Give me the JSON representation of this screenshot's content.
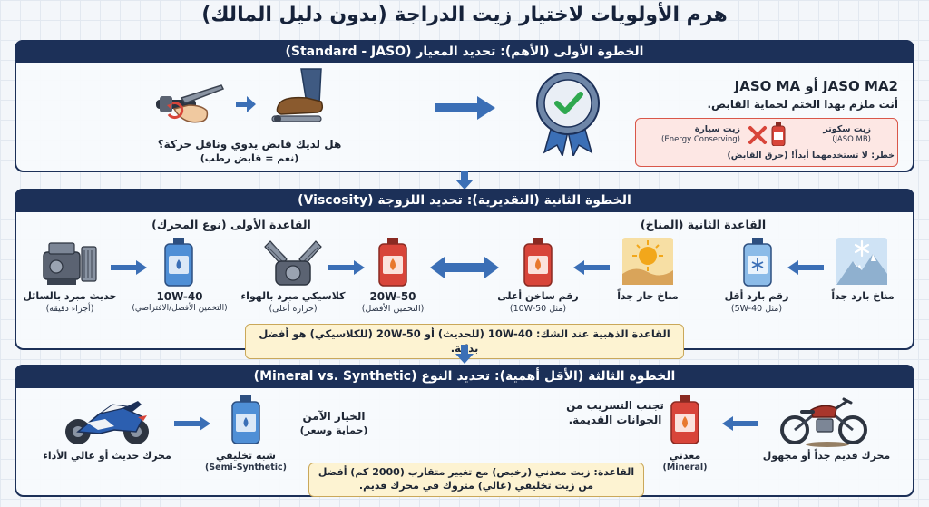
{
  "title": "هرم الأولويات لاختيار زيت الدراجة (بدون دليل المالك)",
  "step1": {
    "header": "الخطوة الأولى (الأهم): تحديد المعيار (Standard - JASO)",
    "question": "هل لديك قابض يدوي وناقل حركة؟",
    "question_note": "(نعم = قابض رطب)",
    "standard": "JASO MA أو JASO MA2",
    "standard_note": "أنت ملزم بهذا الختم لحماية القابض.",
    "car_oil": "زيت سيارة",
    "car_oil_note": "(Energy Conserving)",
    "scooter_oil": "زيت سكوتر",
    "scooter_oil_note": "(JASO MB)",
    "danger": "خطر: لا تستخدمهما أبداً! (حرق القابض)"
  },
  "step2": {
    "header": "الخطوة الثانية (التقديرية): تحديد اللزوجة (Viscosity)",
    "rule1_title": "القاعدة الأولى (نوع المحرك)",
    "rule2_title": "القاعدة الثانية (المناخ)",
    "modern_engine": "حديث مبرد بالسائل",
    "modern_engine_note": "(أجزاء دقيقة)",
    "oil_10w40": "10W-40",
    "oil_10w40_note": "(التخمين الأفضل/الافتراضي)",
    "classic_engine": "كلاسيكي مبرد بالهواء",
    "classic_engine_note": "(حرارة أعلى)",
    "oil_20w50": "20W-50",
    "oil_20w50_note": "(التخمين الأفضل)",
    "hot_grade": "رقم ساخن أعلى",
    "hot_grade_note": "(مثل 10W-50)",
    "hot_climate": "مناخ حار جداً",
    "cold_grade": "رقم بارد أقل",
    "cold_grade_note": "(مثل 5W-40)",
    "cold_climate": "مناخ بارد جداً",
    "golden_rule": "القاعدة الذهبية عند الشك: 10W-40 (للحديث) أو 20W-50 (للكلاسيكي) هو أفضل بداية."
  },
  "step3": {
    "header": "الخطوة الثالثة (الأقل أهمية): تحديد النوع (Mineral vs. Synthetic)",
    "modern_bike": "محرك حديث أو عالي الأداء",
    "safe_choice": "الخيار الآمن",
    "safe_choice_note": "(حماية وسعر)",
    "semi": "شبه تخليقي",
    "semi_note": "(Semi-Synthetic)",
    "avoid_leak": "تجنب التسريب من الجوانات القديمة.",
    "mineral": "معدني",
    "mineral_note": "(Mineral)",
    "old_bike": "محرك قديم جداً أو مجهول",
    "rule": "القاعدة: زيت معدني (رخيص) مع تغيير متقارب (2000 كم) أفضل من زيت تخليقي (غالي) متروك في محرك قديم."
  },
  "colors": {
    "navy": "#1c3058",
    "oil_blue": "#4f8fd6",
    "oil_red": "#d8453a",
    "check_green": "#2fa84f"
  }
}
